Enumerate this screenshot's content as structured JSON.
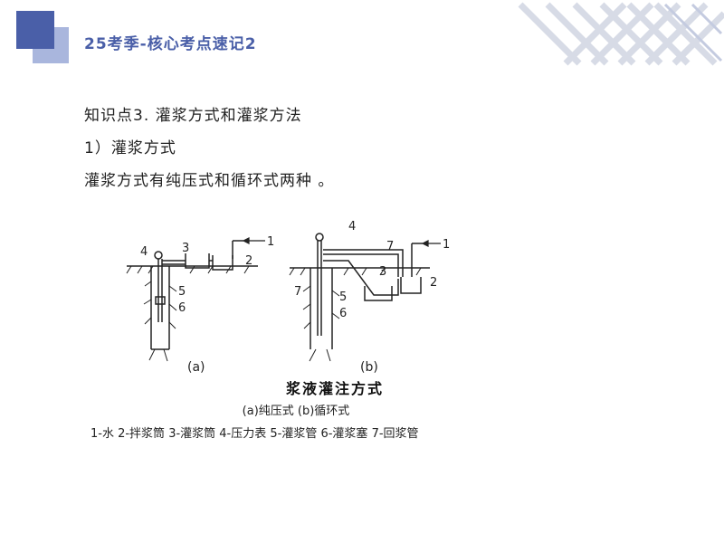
{
  "header": {
    "title": "25考季-核心考点速记2"
  },
  "content": {
    "knowledge_point": "知识点3. 灌浆方式和灌浆方法",
    "subheading": "1）灌浆方式",
    "description": "灌浆方式有纯压式和循环式两种 。"
  },
  "figure": {
    "label_a": "(a)",
    "label_b": "(b)",
    "callouts": [
      "1",
      "2",
      "3",
      "4",
      "5",
      "6",
      "7"
    ],
    "caption_title": "浆液灌注方式",
    "caption_subtitle": "(a)纯压式 (b)循环式",
    "legend": "1-水 2-拌浆筒 3-灌浆筒 4-压力表  5-灌浆管 6-灌浆塞 7-回浆管"
  },
  "colors": {
    "accent": "#4a5fa8",
    "accent_light": "#a9b6dd",
    "stripe_gray": "#d7dbe6"
  }
}
